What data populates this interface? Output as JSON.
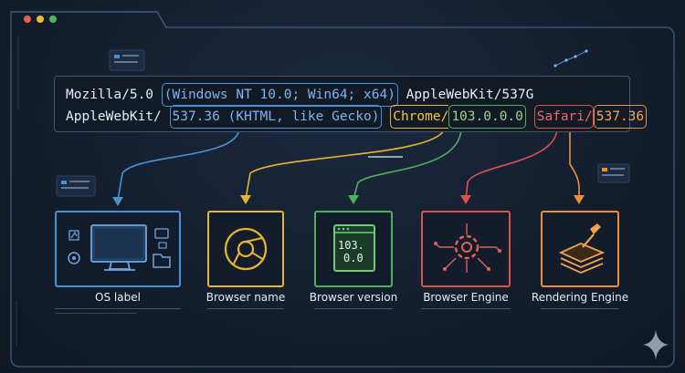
{
  "user_agent": {
    "line1": {
      "prefix": "Mozilla/5.0 ",
      "os": "(Windows NT 10.0; Win64; x64)",
      "suffix": " AppleWebKit/537G"
    },
    "line2": {
      "prefix": "AppleWebKit/ ",
      "engine": "537.36 (KHTML, like Gecko)",
      "chrome": "Chrome/",
      "version": "103.0.0.0",
      "safari": "Safari/",
      "safari_version": "537.36"
    }
  },
  "cards": [
    {
      "id": "os",
      "label": "OS label",
      "icon": "desktop-monitor-icon",
      "color": "#4a90d9"
    },
    {
      "id": "browser",
      "label": "Browser name",
      "icon": "chrome-logo-icon",
      "color": "#e7b52f"
    },
    {
      "id": "version",
      "label": "Browser version",
      "icon": "version-window-icon",
      "color": "#4fb05c",
      "version_line1": "103.",
      "version_line2": "0.0"
    },
    {
      "id": "engine",
      "label": "Browser Engine",
      "icon": "gear-circuit-icon",
      "color": "#d9534a"
    },
    {
      "id": "rendering",
      "label": "Rendering Engine",
      "icon": "paint-layers-icon",
      "color": "#e8903a"
    }
  ],
  "colors": {
    "window_dots": [
      "#e85b4f",
      "#f2b736",
      "#4fb558"
    ],
    "frame": "#3a5270"
  }
}
